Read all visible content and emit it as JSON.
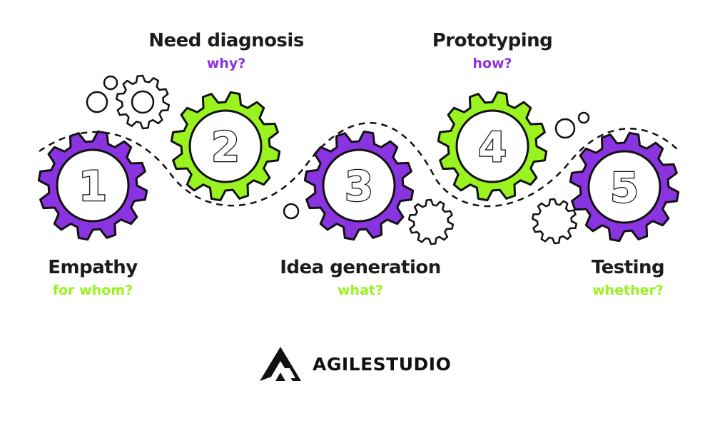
{
  "colors": {
    "purple": "#8a33e0",
    "green": "#9af21f",
    "ink": "#111111",
    "text": "#1c1c1c"
  },
  "steps": [
    {
      "number": "1",
      "title": "Empathy",
      "question": "for whom?",
      "color": "#8a33e0",
      "question_color": "#9af21f"
    },
    {
      "number": "2",
      "title": "Need diagnosis",
      "question": "why?",
      "color": "#9af21f",
      "question_color": "#8a33e0"
    },
    {
      "number": "3",
      "title": "Idea generation",
      "question": "what?",
      "color": "#8a33e0",
      "question_color": "#9af21f"
    },
    {
      "number": "4",
      "title": "Prototyping",
      "question": "how?",
      "color": "#9af21f",
      "question_color": "#8a33e0"
    },
    {
      "number": "5",
      "title": "Testing",
      "question": "whether?",
      "color": "#8a33e0",
      "question_color": "#9af21f"
    }
  ],
  "logo": {
    "text": "AGILESTUDIO",
    "icon": "agilestudio-logo-icon"
  }
}
